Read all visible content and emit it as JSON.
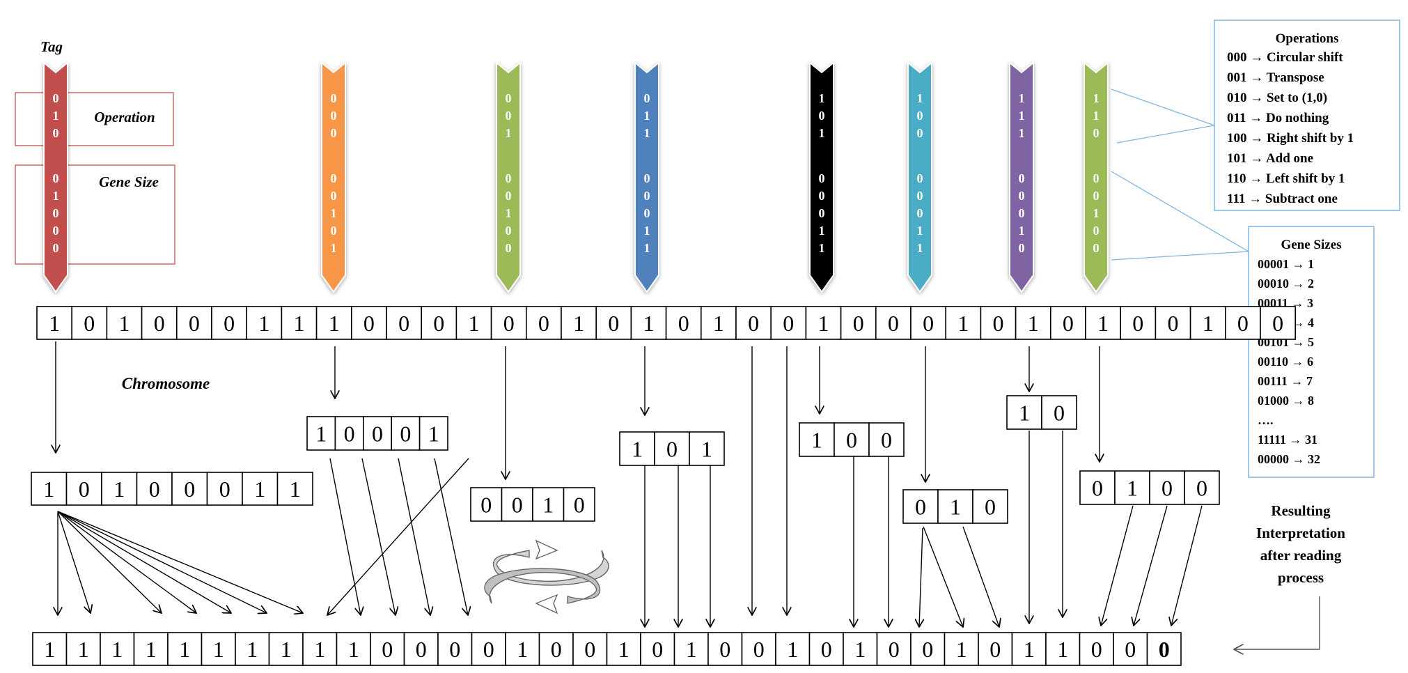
{
  "labels": {
    "tag": "Tag",
    "operation": "Operation",
    "gene_size": "Gene Size",
    "chromosome": "Chromosome",
    "resulting": [
      "Resulting",
      "Interpretation",
      "after reading",
      "process"
    ]
  },
  "colors": {
    "red": "#C0504D",
    "orange": "#F79646",
    "green": "#9BBB59",
    "blue": "#4F81BD",
    "black": "#000000",
    "teal": "#4BACC6",
    "purple": "#8064A2",
    "legend_border": "#7EB6E2",
    "guide_box_border": "#C0504D"
  },
  "tags": [
    {
      "color": "red",
      "op": [
        "0",
        "1",
        "0"
      ],
      "size": [
        "0",
        "1",
        "0",
        "0",
        "0"
      ]
    },
    {
      "color": "orange",
      "op": [
        "0",
        "0",
        "0"
      ],
      "size": [
        "0",
        "0",
        "1",
        "0",
        "1"
      ]
    },
    {
      "color": "green",
      "op": [
        "0",
        "0",
        "1"
      ],
      "size": [
        "0",
        "0",
        "1",
        "0",
        "0"
      ]
    },
    {
      "color": "blue",
      "op": [
        "0",
        "1",
        "1"
      ],
      "size": [
        "0",
        "0",
        "0",
        "1",
        "1"
      ]
    },
    {
      "color": "black",
      "op": [
        "1",
        "0",
        "1"
      ],
      "size": [
        "0",
        "0",
        "0",
        "1",
        "1"
      ]
    },
    {
      "color": "teal",
      "op": [
        "1",
        "0",
        "0"
      ],
      "size": [
        "0",
        "0",
        "0",
        "1",
        "1"
      ]
    },
    {
      "color": "purple",
      "op": [
        "1",
        "1",
        "1"
      ],
      "size": [
        "0",
        "0",
        "0",
        "1",
        "0"
      ]
    },
    {
      "color": "green",
      "op": [
        "1",
        "1",
        "0"
      ],
      "size": [
        "0",
        "0",
        "1",
        "0",
        "0"
      ]
    }
  ],
  "chromosome": [
    "1",
    "0",
    "1",
    "0",
    "0",
    "0",
    "1",
    "1",
    "1",
    "0",
    "0",
    "0",
    "1",
    "0",
    "0",
    "1",
    "0",
    "1",
    "0",
    "1",
    "0",
    "0",
    "1",
    "0",
    "0",
    "0",
    "1",
    "0",
    "1",
    "0",
    "1",
    "0",
    "0",
    "1",
    "0",
    "0"
  ],
  "genes": [
    [
      "1",
      "0",
      "1",
      "0",
      "0",
      "0",
      "1",
      "1"
    ],
    [
      "1",
      "0",
      "0",
      "0",
      "1"
    ],
    [
      "0",
      "0",
      "1",
      "0"
    ],
    [
      "1",
      "0",
      "1"
    ],
    [
      "1",
      "0",
      "0"
    ],
    [
      "0",
      "1",
      "0"
    ],
    [
      "1",
      "0"
    ],
    [
      "0",
      "1",
      "0",
      "0"
    ]
  ],
  "result": [
    "1",
    "1",
    "1",
    "1",
    "1",
    "1",
    "1",
    "1",
    "1",
    "1",
    "0",
    "0",
    "0",
    "0",
    "1",
    "0",
    "0",
    "1",
    "0",
    "1",
    "0",
    "0",
    "1",
    "0",
    "1",
    "0",
    "0",
    "1",
    "0",
    "1",
    "1",
    "0",
    "0",
    "0"
  ],
  "operations_legend": {
    "title": "Operations",
    "items": [
      "000 → Circular shift",
      "001 → Transpose",
      "010 → Set to (1,0)",
      "011 → Do nothing",
      "100 → Right shift by 1",
      "101 → Add one",
      "110 → Left shift by 1",
      "111 → Subtract one"
    ]
  },
  "gene_sizes_legend": {
    "title": "Gene Sizes",
    "items": [
      "00001 → 1",
      "00010 → 2",
      "00011 → 3",
      "00100 → 4",
      "00101 → 5",
      "00110 → 6",
      "00111 → 7",
      "01000 → 8",
      "….",
      "11111 → 31",
      "00000 → 32"
    ]
  }
}
